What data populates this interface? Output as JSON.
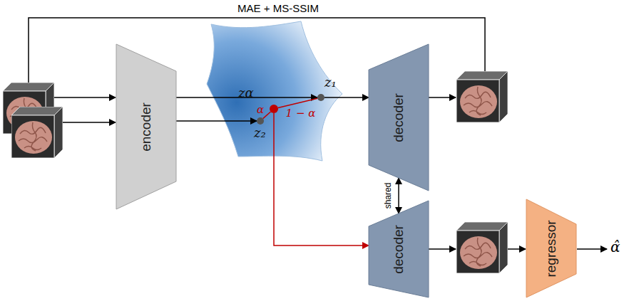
{
  "diagram": {
    "nodes": [
      {
        "text": [
          "encoder"
        ]
      },
      {
        "text": [
          "z₁"
        ]
      },
      {
        "text": [
          "zα"
        ]
      },
      {
        "text": [
          "z₂"
        ]
      },
      {
        "text": [
          "decoder"
        ]
      },
      {
        "text": [
          "decoder"
        ]
      },
      {
        "text": [
          "regressor"
        ]
      }
    ],
    "edges": [
      {
        "from": 0,
        "to": 1,
        "arrow": "to"
      },
      {
        "from": 0,
        "to": 3,
        "arrow": "to"
      },
      {
        "from": 1,
        "to": 4,
        "arrow": "to"
      },
      {
        "from": 1,
        "to": 2,
        "arrow": "none",
        "label": "1 − α"
      },
      {
        "from": 2,
        "to": 3,
        "arrow": "none",
        "label": "α"
      },
      {
        "from": 2,
        "to": 5,
        "arrow": "to"
      },
      {
        "from": 4,
        "to": 5,
        "arrow": "both",
        "label": "shared"
      }
    ],
    "labels": [
      "MAE + MS-SSIM",
      "α̂"
    ]
  }
}
